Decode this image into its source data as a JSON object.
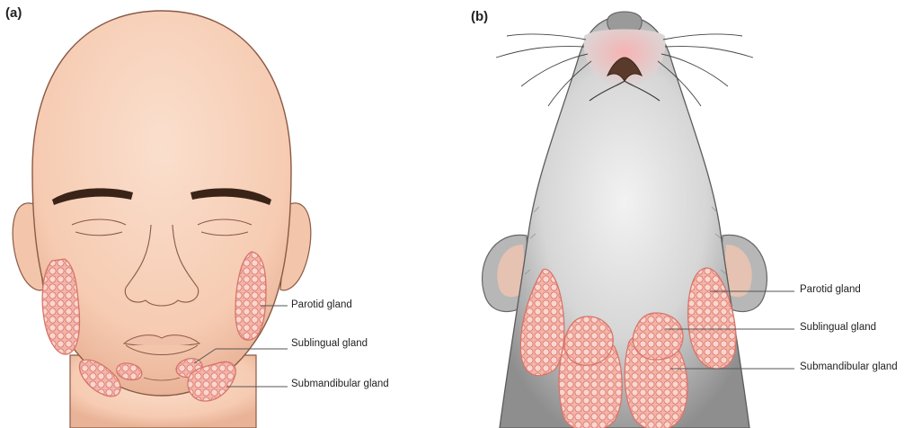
{
  "panels": [
    {
      "letter": "(a)",
      "labels": {
        "parotid": "Parotid gland",
        "sublingual": "Sublingual gland",
        "submandibular": "Submandibular gland"
      }
    },
    {
      "letter": "(b)",
      "labels": {
        "parotid": "Parotid gland",
        "sublingual": "Sublingual gland",
        "submandibular": "Submandibular gland"
      }
    }
  ],
  "colors": {
    "skin": "#f8d3bd",
    "skin_shadow": "#e8b79e",
    "gland_fill": "#f4b4a8",
    "gland_outline": "#d8756a",
    "mouse_fur": "#a8a8a8",
    "mouse_light": "#ececec",
    "ear_inner": "#e6c2b2",
    "nose_pink": "#f0a8a8"
  }
}
